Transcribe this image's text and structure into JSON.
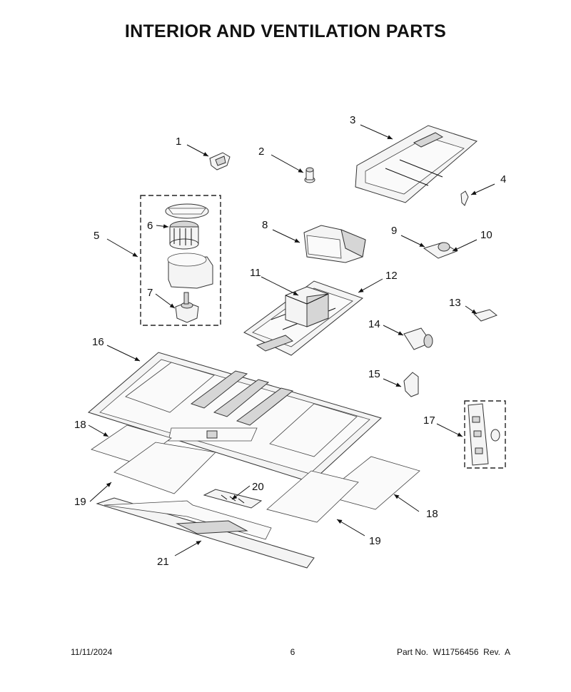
{
  "title": "INTERIOR AND VENTILATION PARTS",
  "callouts": {
    "c1": "1",
    "c2": "2",
    "c3": "3",
    "c4": "4",
    "c5": "5",
    "c6": "6",
    "c7": "7",
    "c8": "8",
    "c9": "9",
    "c10": "10",
    "c11": "11",
    "c12": "12",
    "c13": "13",
    "c14": "14",
    "c15": "15",
    "c16": "16",
    "c17": "17",
    "c18a": "18",
    "c18b": "18",
    "c19a": "19",
    "c19b": "19",
    "c20": "20",
    "c21": "21"
  },
  "footer": {
    "date": "11/11/2024",
    "page": "6",
    "part_number": "Part No.  W11756456  Rev.  A"
  }
}
